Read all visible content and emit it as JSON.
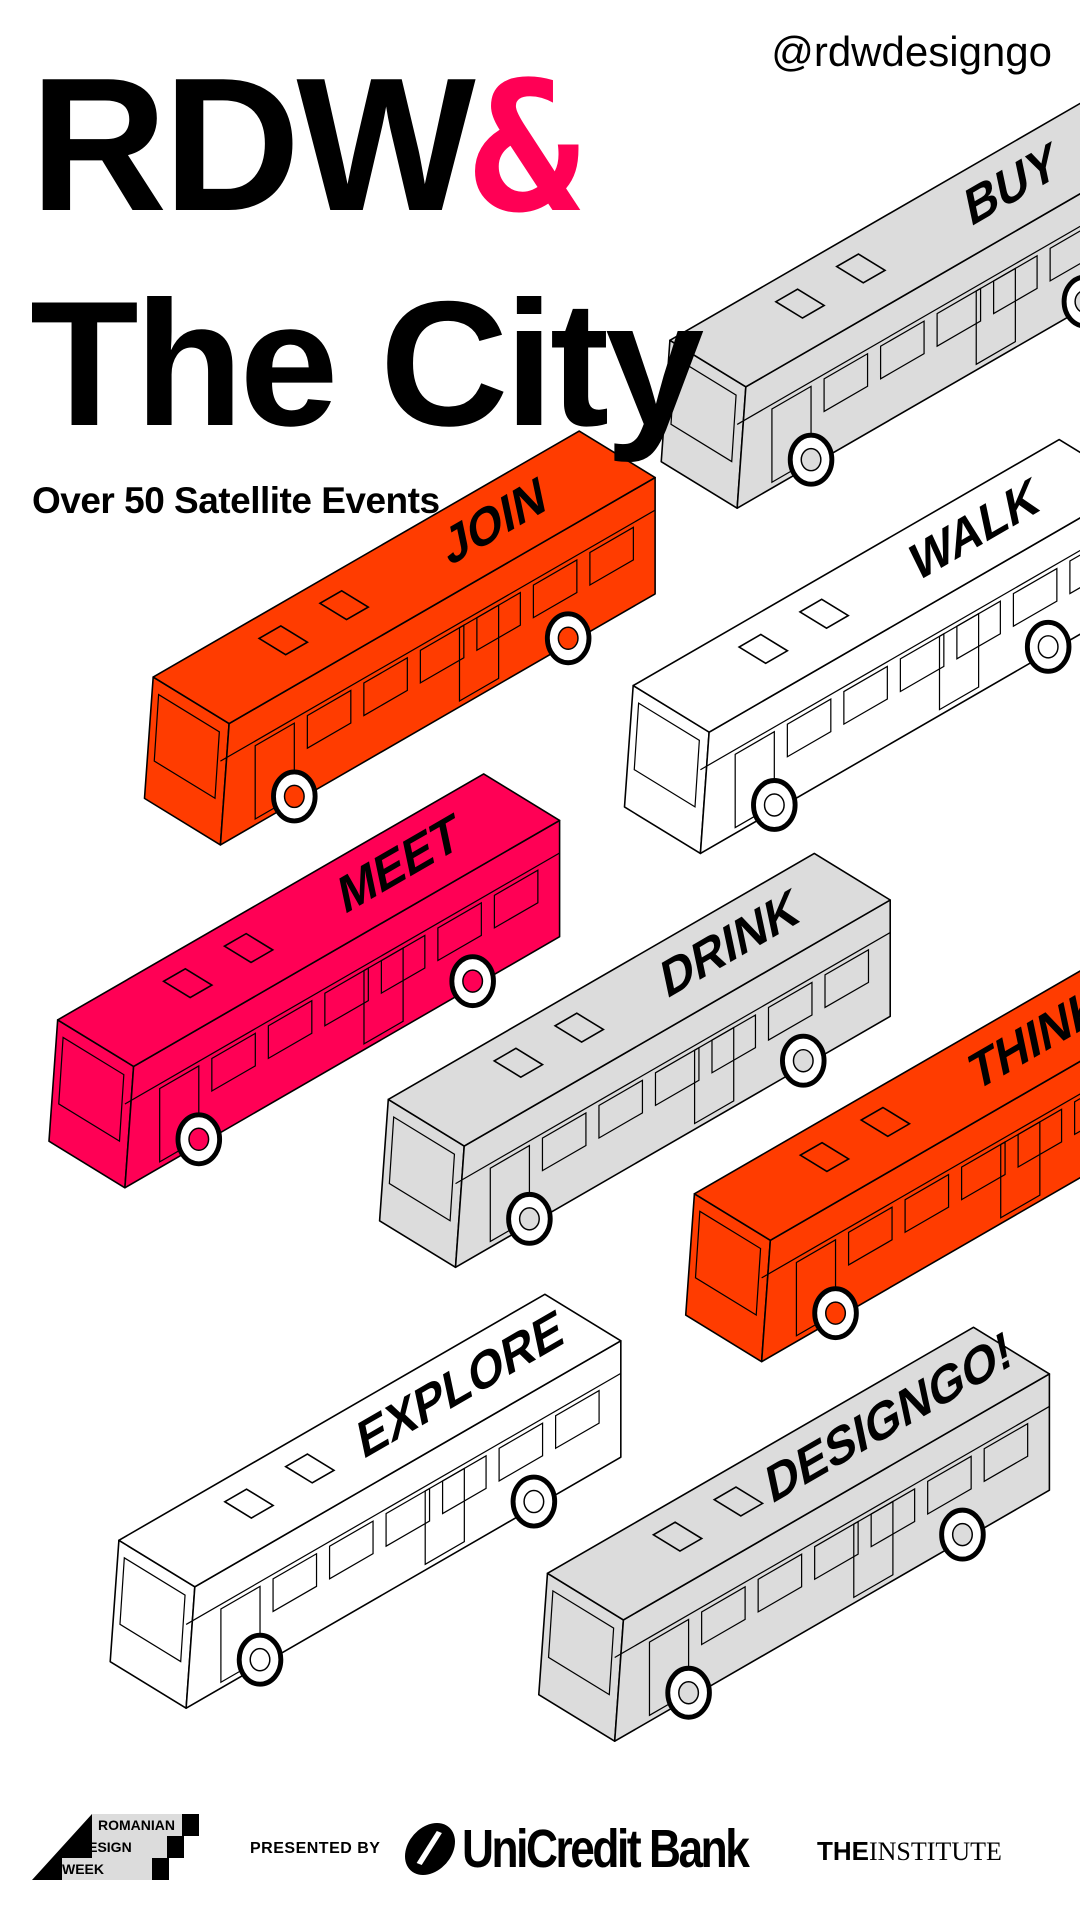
{
  "header": {
    "title_line1": "RDW",
    "ampersand": "&",
    "title_line2": "The City",
    "subtitle": "Over 50 Satellite Events",
    "handle": "@rdwdesigngo"
  },
  "colors": {
    "orange": "#ff3c00",
    "pink": "#ff0055",
    "gray": "#dcdcdc",
    "white": "#ffffff",
    "stroke": "#000000"
  },
  "buses": [
    {
      "label": "BUY",
      "fill": "#dcdcdc"
    },
    {
      "label": "JOIN",
      "fill": "#ff3c00"
    },
    {
      "label": "WALK",
      "fill": "#ffffff"
    },
    {
      "label": "MEET",
      "fill": "#ff0055"
    },
    {
      "label": "DRINK",
      "fill": "#dcdcdc"
    },
    {
      "label": "THINK",
      "fill": "#ff3c00"
    },
    {
      "label": "EXPLORE",
      "fill": "#ffffff"
    },
    {
      "label": "DESIGNGO!",
      "fill": "#dcdcdc"
    }
  ],
  "footer": {
    "rdw_logo": [
      "ROMANIAN",
      "DESIGN",
      "WEEK"
    ],
    "presented_by": "PRESENTED BY",
    "sponsor": "UniCredit Bank",
    "partner_the": "THE",
    "partner_name": "INSTITUTE"
  }
}
